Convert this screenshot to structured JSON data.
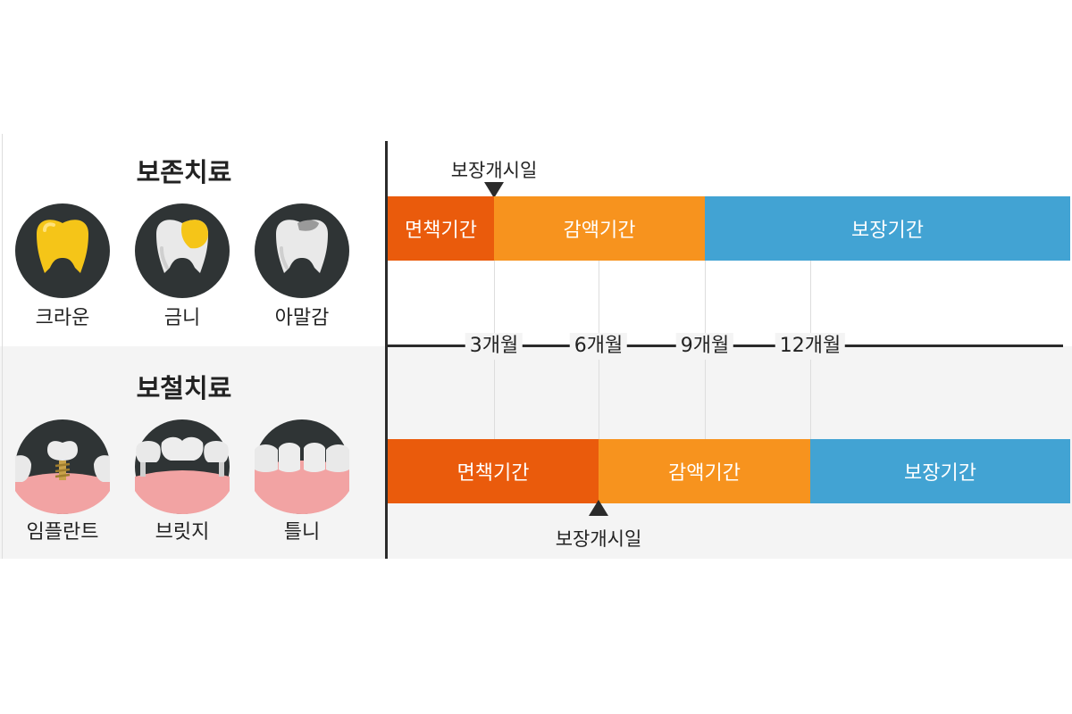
{
  "conservative": {
    "title": "보존치료",
    "items": [
      {
        "label": "크라운",
        "icon": "gold-crown-tooth-icon"
      },
      {
        "label": "금니",
        "icon": "gold-filling-tooth-icon"
      },
      {
        "label": "아말감",
        "icon": "amalgam-filling-tooth-icon"
      }
    ]
  },
  "prosthetic": {
    "title": "보철치료",
    "items": [
      {
        "label": "임플란트",
        "icon": "implant-icon"
      },
      {
        "label": "브릿지",
        "icon": "bridge-icon"
      },
      {
        "label": "틀니",
        "icon": "denture-icon"
      }
    ]
  },
  "timeline": {
    "ticks": [
      "3개월",
      "6개월",
      "9개월",
      "12개월"
    ],
    "top": {
      "start_label": "보장개시일",
      "segments": [
        "면책기간",
        "감액기간",
        "보장기간"
      ]
    },
    "bottom": {
      "start_label": "보장개시일",
      "segments": [
        "면책기간",
        "감액기간",
        "보장기간"
      ]
    }
  },
  "colors": {
    "exemption": "#ea5b0c",
    "reduction": "#f7931e",
    "coverage": "#42a3d3",
    "icon_circle": "#2f3435",
    "gold": "#f5c518",
    "gum": "#f2a3a3"
  }
}
